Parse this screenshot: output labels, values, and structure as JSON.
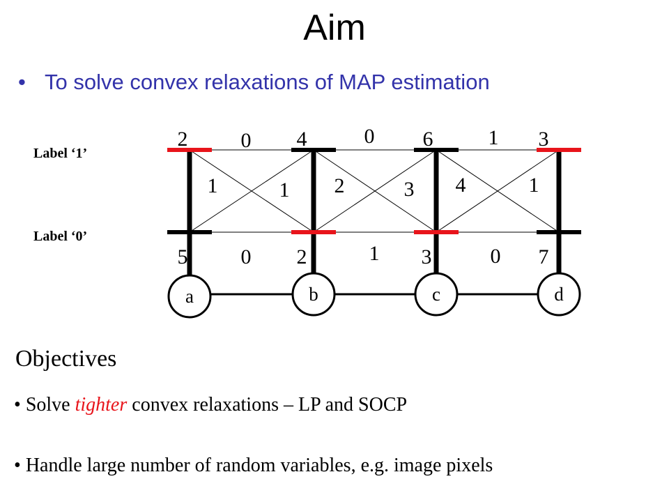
{
  "title": "Aim",
  "aim": {
    "bullet": "•",
    "text": "To solve convex relaxations of MAP estimation"
  },
  "diagram": {
    "label_top": "Label ‘1’",
    "label_bottom": "Label ‘0’",
    "nodes": [
      {
        "name": "a",
        "unary_top": "2",
        "unary_bottom": "5"
      },
      {
        "name": "b",
        "unary_top": "4",
        "unary_bottom": "2"
      },
      {
        "name": "c",
        "unary_top": "6",
        "unary_bottom": "3"
      },
      {
        "name": "d",
        "unary_top": "3",
        "unary_bottom": "7"
      }
    ],
    "pairwise": [
      {
        "top": "0",
        "bottom": "0",
        "diag_left": "1",
        "diag_right": "1"
      },
      {
        "top": "0",
        "bottom": "1",
        "diag_left": "2",
        "diag_right": "3"
      },
      {
        "top": "1",
        "bottom": "0",
        "diag_left": "4",
        "diag_right": "1"
      }
    ],
    "selected_labels": [
      "top",
      "bottom",
      "bottom",
      "top"
    ],
    "colors": {
      "selected": "#e8141b",
      "default": "#000000"
    }
  },
  "objectives": {
    "heading": "Objectives",
    "items": [
      {
        "bullet": "•",
        "before": "Solve",
        "emph": "tighter",
        "after": "convex relaxations – LP and SOCP"
      },
      {
        "bullet": "•",
        "text": "Handle large number of random variables, e.g. image pixels"
      }
    ]
  }
}
